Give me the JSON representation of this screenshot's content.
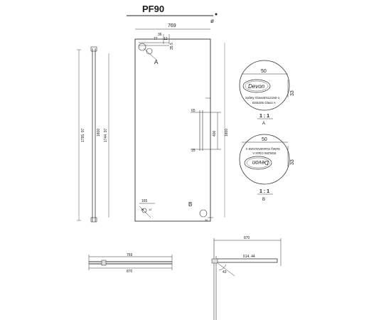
{
  "title": "PF90",
  "title_mark": "ø",
  "overall_width": "769",
  "dims": {
    "top_36": "36",
    "top_77": "77",
    "top_12": "12",
    "top_35_5": "35.5",
    "handle_65": "65",
    "handle_400": "400",
    "handle_15": "15",
    "right_1800": "1800",
    "left_1795_97": "1795. 97",
    "left_1800": "1800",
    "left_1744_97": "1744. 97",
    "bottom_165": "165",
    "bottom_35": "35",
    "bottom_12": "12",
    "bottom_36": "36",
    "plan_769": "769",
    "plan_870": "870",
    "side_870": "870",
    "side_614": "614. 44",
    "side_43": "43"
  },
  "markers": {
    "a": "A",
    "b": "B"
  },
  "detail_a": {
    "dim_50": "50",
    "dim_33": "33",
    "logo": "Devon",
    "line1": "Safety GlassEN12150-1",
    "line2": "BS6206 Glass A",
    "scale": "1 : 1",
    "label": "A"
  },
  "detail_b": {
    "dim_50": "50",
    "dim_33": "33",
    "logo": "Devon",
    "line1": "Safety GlassEN12150-1",
    "line2": "BS6206 Glass A",
    "scale": "1 : 1",
    "label": "B"
  }
}
